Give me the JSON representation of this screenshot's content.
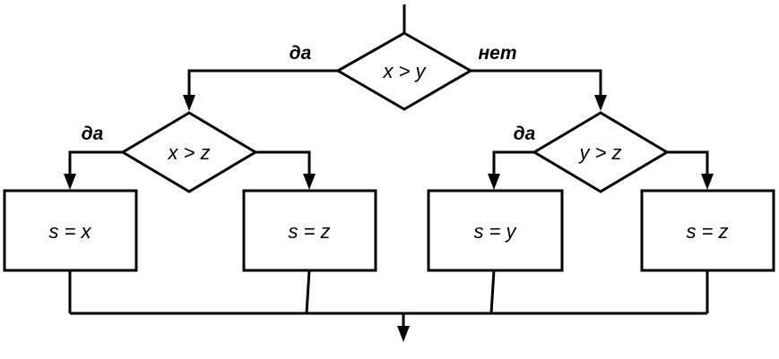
{
  "flowchart": {
    "decisions": {
      "root": "x > y",
      "left": "x > z",
      "right": "y > z"
    },
    "branches": {
      "root_yes": "да",
      "root_no": "нет",
      "left_yes": "да",
      "right_yes": "да"
    },
    "actions": {
      "s_x": "s = x",
      "s_z_left": "s = z",
      "s_y": "s = y",
      "s_z_right": "s = z"
    }
  }
}
